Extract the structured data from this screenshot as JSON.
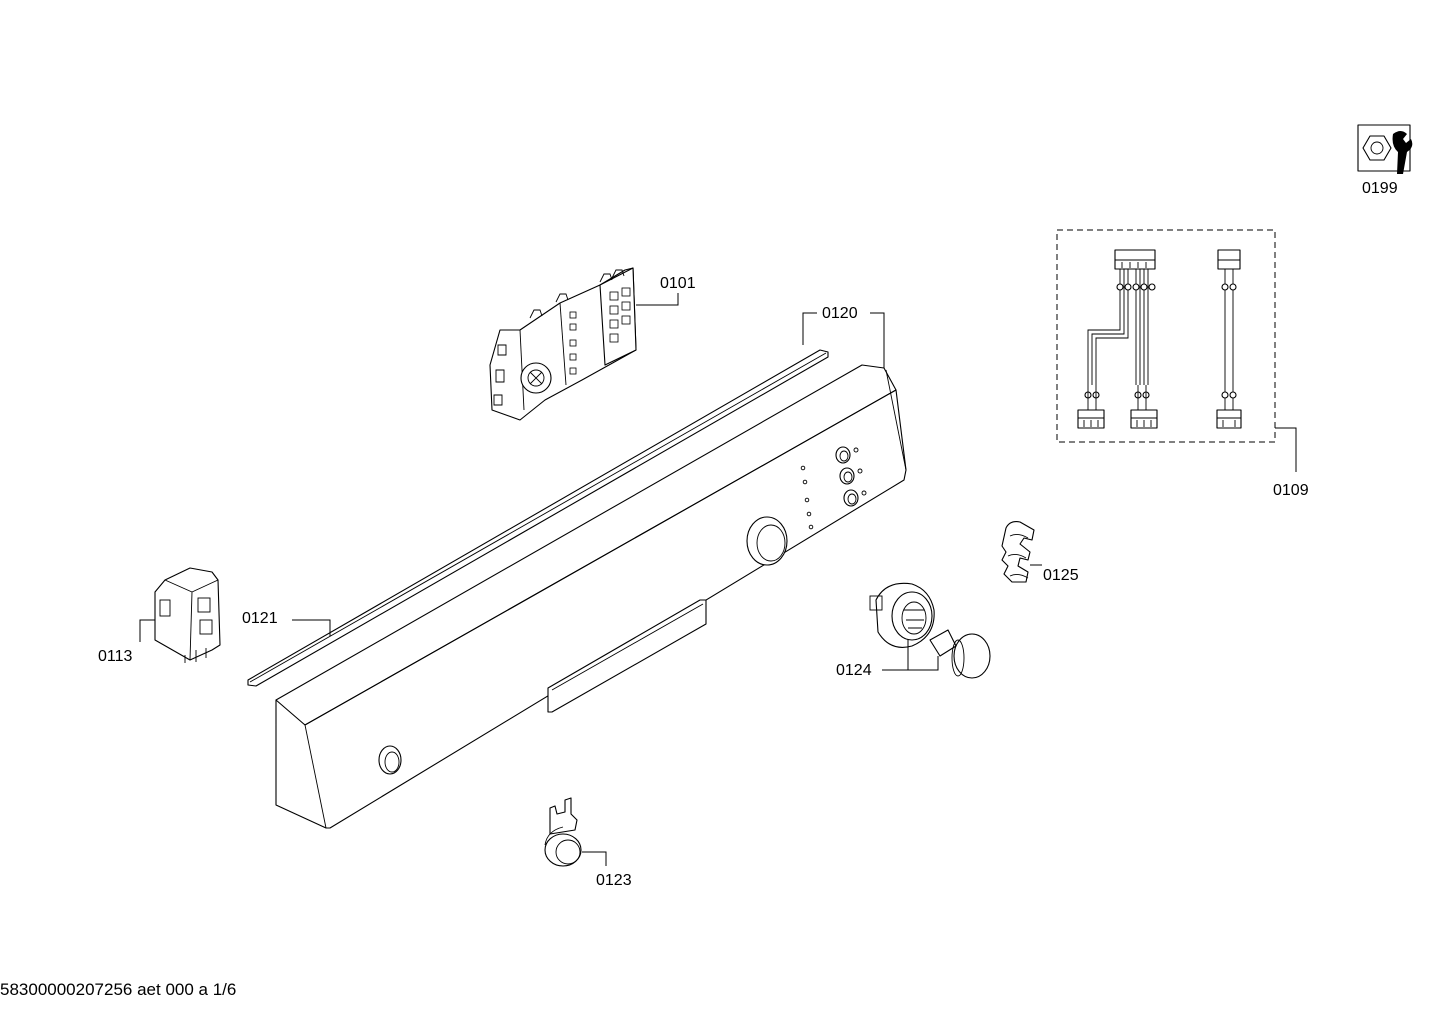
{
  "parts": {
    "p0101": "0101",
    "p0109": "0109",
    "p0113": "0113",
    "p0120": "0120",
    "p0121": "0121",
    "p0123": "0123",
    "p0124": "0124",
    "p0125": "0125",
    "p0199": "0199"
  },
  "footer": {
    "doc_id": "58300000207256 aet 000 a 1/6"
  },
  "icons": {
    "service": "nut-and-wrench-icon"
  }
}
